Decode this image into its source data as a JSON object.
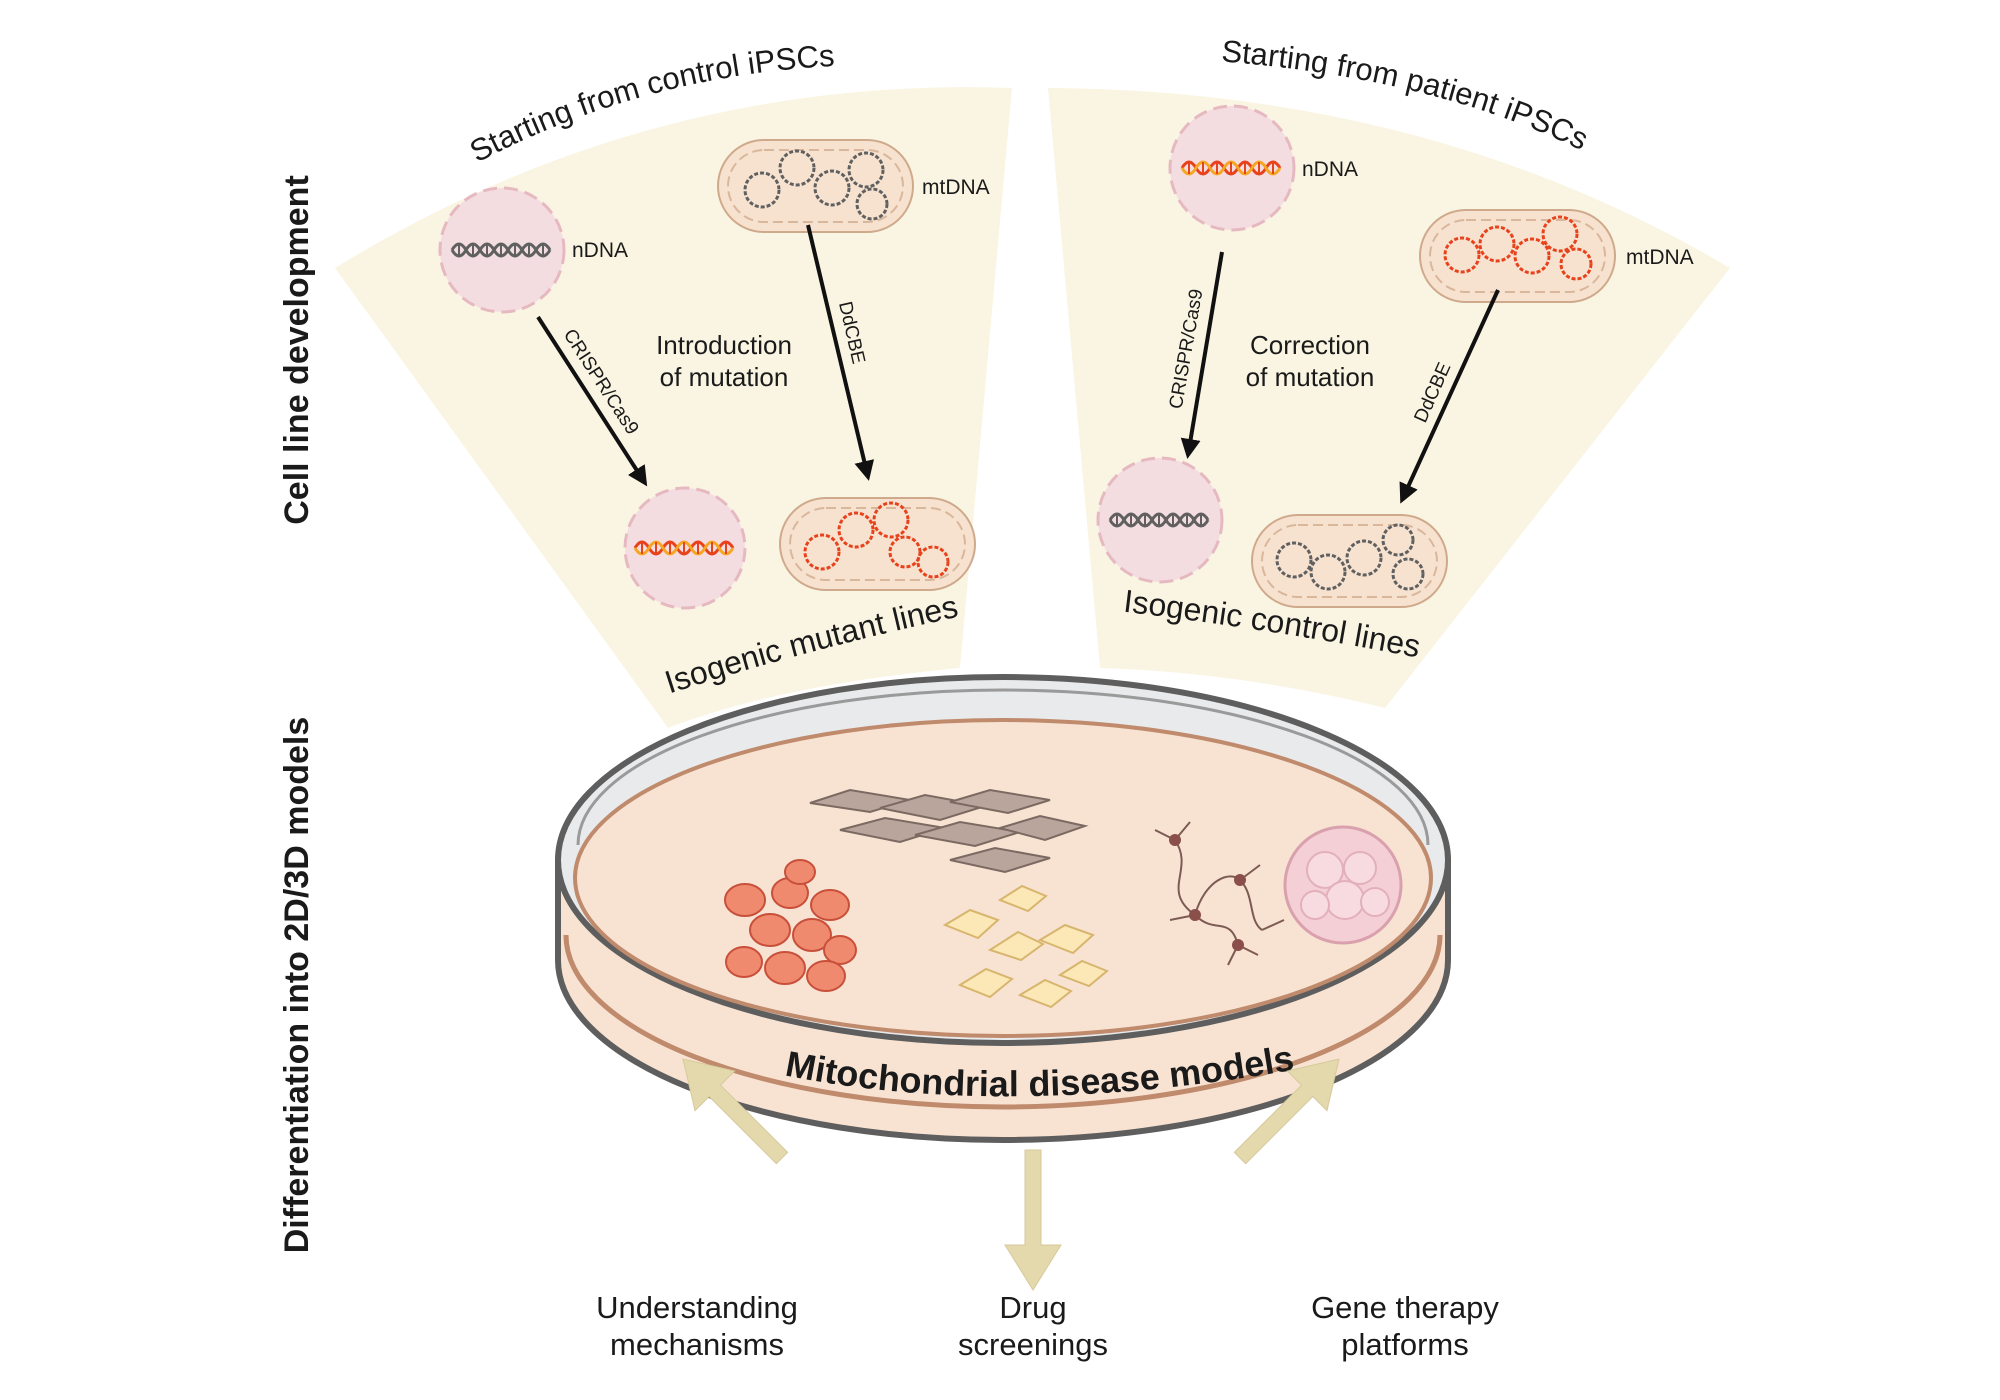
{
  "side_labels": {
    "top": "Cell line development",
    "bottom": "Differentiation into 2D/3D models"
  },
  "left_panel": {
    "title": "Starting from control iPSCs",
    "ndna_label": "nDNA",
    "mtdna_label": "mtDNA",
    "ndna_tool": "CRISPR/Cas9",
    "mtdna_tool": "DdCBE",
    "action_line1": "Introduction",
    "action_line2": "of mutation",
    "result": "Isogenic mutant lines"
  },
  "right_panel": {
    "title": "Starting from patient iPSCs",
    "ndna_label": "nDNA",
    "mtdna_label": "mtDNA",
    "ndna_tool": "CRISPR/Cas9",
    "mtdna_tool": "DdCBE",
    "action_line1": "Correction",
    "action_line2": "of mutation",
    "result": "Isogenic control lines"
  },
  "dish": {
    "label": "Mitochondrial disease models"
  },
  "applications": [
    {
      "line1": "Understanding",
      "line2": "mechanisms"
    },
    {
      "line1": "Drug",
      "line2": "screenings"
    },
    {
      "line1": "Gene therapy",
      "line2": "platforms"
    }
  ],
  "colors": {
    "fan_background": "#faf5e2",
    "nucleus_fill": "#f3dde1",
    "mutant_dna": "#e8421d",
    "wildtype_dna": "#606060",
    "mito_fill": "#f7e2cf",
    "dish_medium": "#f8e3d2",
    "application_arrow": "#e4d9ad"
  }
}
